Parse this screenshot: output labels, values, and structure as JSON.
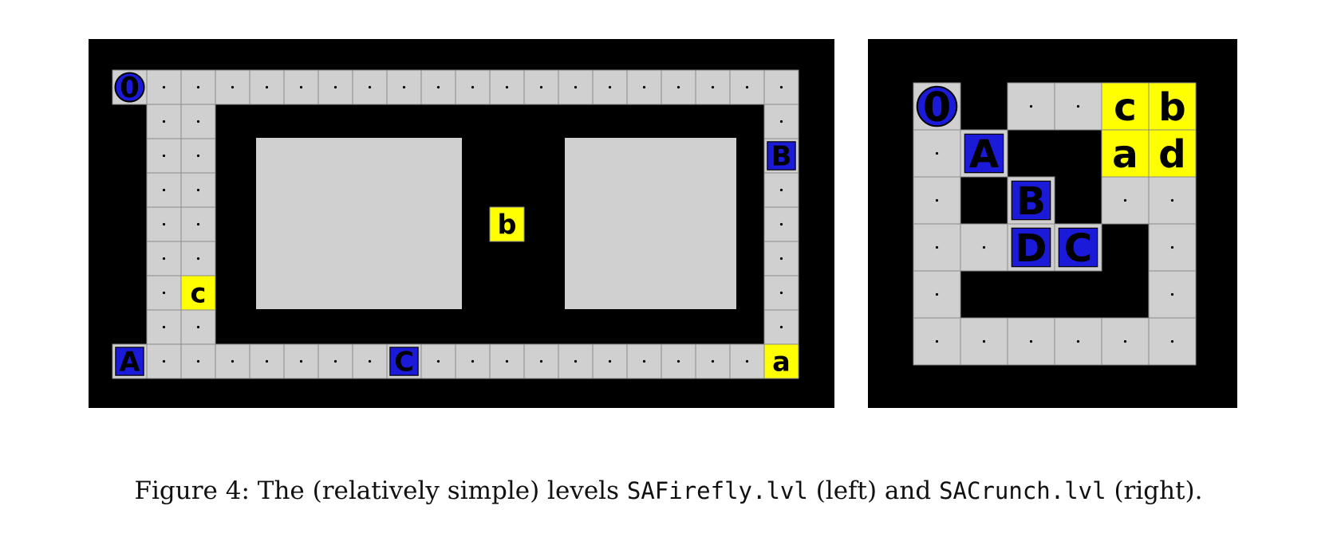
{
  "colors": {
    "background": "#000000",
    "floor": "#d0d0d0",
    "cell_border": "#8a8a8a",
    "agent": "#1a1ad8",
    "target": "#ffff00",
    "text": "#000000"
  },
  "levels": [
    {
      "id": "safirefly",
      "cols": 20,
      "rows": 9,
      "floor_rows": [
        "@...................",
        " ..                .",
        " ..                .",
        " ..                .",
        " ..                .",
        " ..                .",
        " ..                .",
        " ..                .",
        "...................."
      ],
      "rooms": [
        {
          "name": "left-room"
        },
        {
          "name": "right-room"
        }
      ],
      "pieces": [
        {
          "label": "0",
          "kind": "start",
          "row": 0,
          "col": 0
        },
        {
          "label": "B",
          "kind": "agent",
          "row": 2,
          "col": 19
        },
        {
          "label": "b",
          "kind": "target",
          "row": 4,
          "col": 11
        },
        {
          "label": "c",
          "kind": "target",
          "row": 6,
          "col": 2
        },
        {
          "label": "A",
          "kind": "agent",
          "row": 8,
          "col": 0
        },
        {
          "label": "C",
          "kind": "agent",
          "row": 8,
          "col": 8
        },
        {
          "label": "a",
          "kind": "target",
          "row": 8,
          "col": 19
        }
      ]
    },
    {
      "id": "sacrunch",
      "cols": 6,
      "rows": 6,
      "floor_rows": [
        "@ ....",
        "..  ..",
        ". . ..",
        ".... .",
        ".    .",
        "......"
      ],
      "pieces": [
        {
          "label": "0",
          "kind": "start",
          "row": 0,
          "col": 0
        },
        {
          "label": "c",
          "kind": "target",
          "row": 0,
          "col": 4
        },
        {
          "label": "b",
          "kind": "target",
          "row": 0,
          "col": 5
        },
        {
          "label": "A",
          "kind": "agent",
          "row": 1,
          "col": 1
        },
        {
          "label": "a",
          "kind": "target",
          "row": 1,
          "col": 4
        },
        {
          "label": "d",
          "kind": "target",
          "row": 1,
          "col": 5
        },
        {
          "label": "B",
          "kind": "agent",
          "row": 2,
          "col": 2
        },
        {
          "label": "D",
          "kind": "agent",
          "row": 3,
          "col": 2
        },
        {
          "label": "C",
          "kind": "agent",
          "row": 3,
          "col": 3
        }
      ]
    }
  ],
  "caption": {
    "prefix": "Figure 4:  The (relatively simple) levels ",
    "file1": "SAFirefly.lvl",
    "middle": " (left) and ",
    "file2": "SACrunch.lvl",
    "suffix": " (right)."
  }
}
